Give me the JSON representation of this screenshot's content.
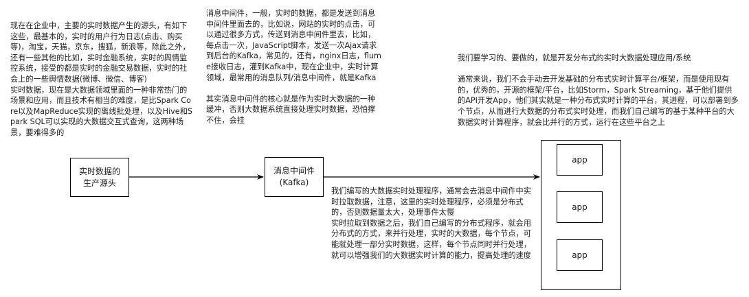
{
  "notes": {
    "source_description": "现在在企业中，主要的实时数据产生的源头，有如下这些，最基本的，实时的用户行为日志(点击、购买等)，淘宝，天猫，京东，搜狐，新浪等，除此之外，还有一些其他的比如，实时金融系统，实时的舆情监控系统，接受的都是实时的金融交易数据，实时的社会上的一些舆情数据(微博、微信、博客)\n实时数据，现在是大数据领域里面的一种非常热门的场景和应用，而且技术有相当的难度，是比Spark Core以及MapReduce实现的离线批处理，以及Hive和Spark SQL可以实现的大数据交互式查询，这两种场景，要难得多的",
    "mq_description": "消息中间件，一般，实时的数据，都是发送到消息中间件里面去的，比如说，网站的实时的点击，可以通过很多方式，传送到消息中间件里去，比如，每点击一次，JavaScript脚本，发送一次Ajax请求到后台的Kafka，常见的，还有，nginx日志，flume接收日志，灌到Kafka中，现在企业中，实时计算领域，最常用的消息队列/消息中间件，就是Kafka\n\n其实消息中间件的核心就是作为实时大数据的一种缓冲，否则大数据系统直接处理实时数据，恐怕撑不住，会挂",
    "goal_description": "我们要学习的、要做的，就是开发分布式的实时大数据处理应用/系统\n\n通常来说，我们不会手动去开发基础的分布式实时计算平台/框架，而是使用现有的，优秀的，开源的框架/平台，比如Storm，Spark Streaming，基于他们提供的API开发App，他们其实就是一种分布式实时计算的平台，其进程，可以部署到多个节点，从而进行大数据的分布式实时处理，而我们自己编写的基于某种平台的大数据实时计算程序，就会比并行的方式，运行在这些平台之上",
    "app_description": "我们编写的大数据实时处理程序，通常会去消息中间件中实时拉取数据，注意，这里的实时处理程序，必须是分布式的，否则数据量太大，处理事件太慢\n实时拉取到数据之后，我们自己编写的分布式程序，就会用分布式的方式，来并行处理，实时的大数据，每个节点，可能就处理一部分实时数据，这样，每个节点同时并行处理，就可以增强我们的大数据实时计算的能力，提高处理的速度"
  },
  "boxes": {
    "source": "实时数据的\n生产源头",
    "mq": "消息中间件\n(Kafka)",
    "apps": [
      "app",
      "app",
      "app"
    ]
  }
}
